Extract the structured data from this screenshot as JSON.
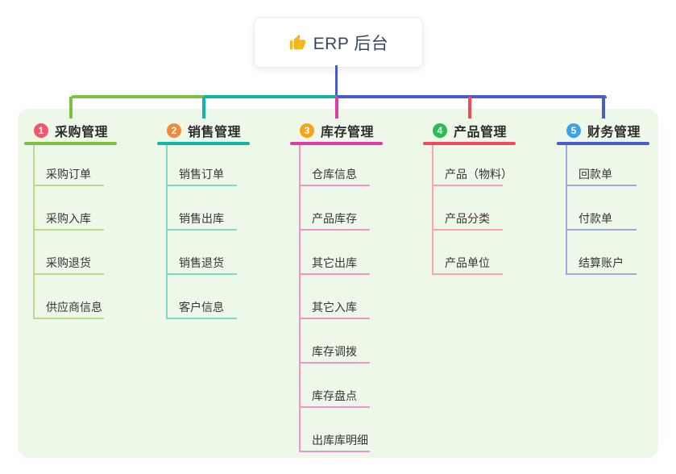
{
  "root": {
    "title": "ERP 后台",
    "icon": "thumbs-up-icon",
    "icon_color": "#f2b61e",
    "connector_color": "#4a5bcd"
  },
  "panel": {
    "background": "#edf8e9"
  },
  "branches": [
    {
      "badge": "1",
      "badge_color": "#f0566c",
      "title": "采购管理",
      "line_color": "#7cc142",
      "child_line_color": "#b7dc8e",
      "children": [
        "采购订单",
        "采购入库",
        "采购退货",
        "供应商信息"
      ]
    },
    {
      "badge": "2",
      "badge_color": "#f08a3c",
      "title": "销售管理",
      "line_color": "#10b7a8",
      "child_line_color": "#84d8cb",
      "children": [
        "销售订单",
        "销售出库",
        "销售退货",
        "客户信息"
      ]
    },
    {
      "badge": "3",
      "badge_color": "#f6a41c",
      "title": "库存管理",
      "line_color": "#e13ca3",
      "child_line_color": "#f094c9",
      "children": [
        "仓库信息",
        "产品库存",
        "其它出库",
        "其它入库",
        "库存调拨",
        "库存盘点",
        "出库库明细"
      ]
    },
    {
      "badge": "4",
      "badge_color": "#2fb957",
      "title": "产品管理",
      "line_color": "#f4495d",
      "child_line_color": "#f9a3ac",
      "children": [
        "产品（物料）",
        "产品分类",
        "产品单位"
      ]
    },
    {
      "badge": "5",
      "badge_color": "#3ba1e8",
      "title": "财务管理",
      "line_color": "#4a5bcd",
      "child_line_color": "#9aaade",
      "children": [
        "回款单",
        "付款单",
        "结算账户"
      ]
    }
  ]
}
